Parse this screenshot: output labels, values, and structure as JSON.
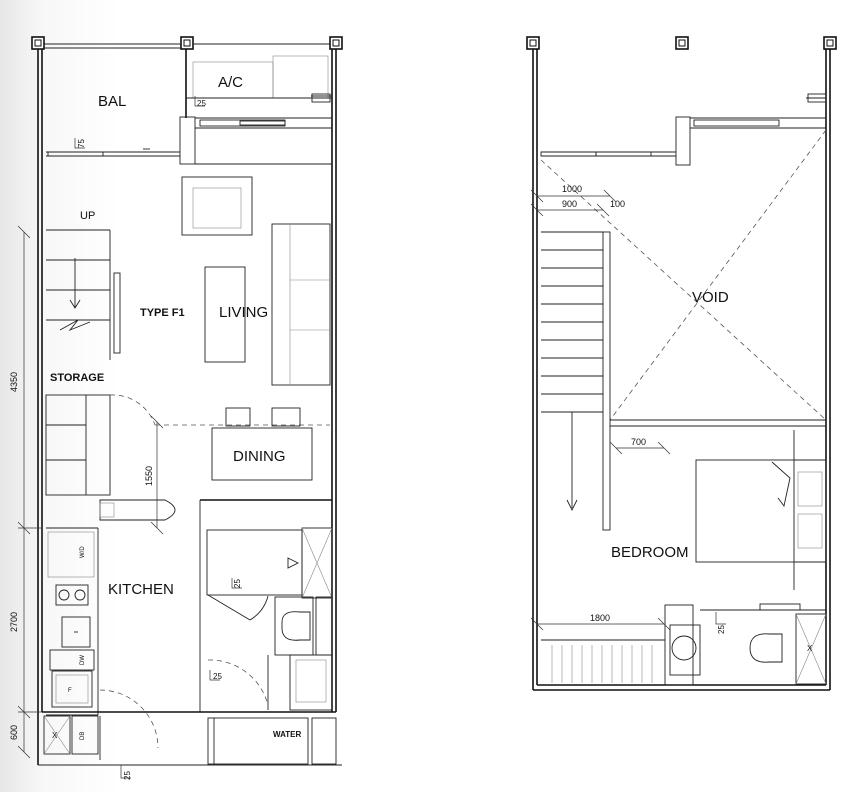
{
  "lower_floor": {
    "rooms": {
      "balcony": "BAL",
      "aircon": "A/C",
      "stair_up": "UP",
      "unit_type": "TYPE F1",
      "living": "LIVING",
      "storage": "STORAGE",
      "dining": "DINING",
      "kitchen": "KITCHEN",
      "water": "WATER"
    },
    "fixtures": {
      "washer_dryer": "W/D",
      "dishwasher": "DW",
      "fridge": "F",
      "db": "DB",
      "x_mark": "X"
    },
    "dimensions": {
      "total_height": "4350",
      "dining_depth": "1550",
      "kitchen_depth": "2700",
      "entry_depth": "600",
      "ledge_75": "75",
      "ledge_25_ac": "25",
      "ledge_25_bath": "25",
      "ledge_25_sink": "25",
      "ledge_25_door": "25"
    }
  },
  "upper_floor": {
    "rooms": {
      "void": "VOID",
      "bedroom": "BEDROOM"
    },
    "dimensions": {
      "void_width": "1000",
      "stair_width": "900",
      "rail_gap": "100",
      "bed_gap": "700",
      "wardrobe_width": "1800",
      "ledge_25": "25"
    },
    "fixtures": {
      "x_mark": "X"
    }
  }
}
